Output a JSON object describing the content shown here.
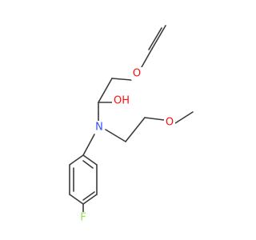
{
  "molecule": {
    "atom_labels": {
      "ether_oxygen": "O",
      "hydroxyl": "OH",
      "amine_nitrogen": "N",
      "methoxy_oxygen": "O",
      "fluorine": "F"
    },
    "colors": {
      "bond": "#3b3b3b",
      "oxygen": "#ff0d0d",
      "nitrogen": "#3050f8",
      "fluorine": "#90e050"
    }
  }
}
